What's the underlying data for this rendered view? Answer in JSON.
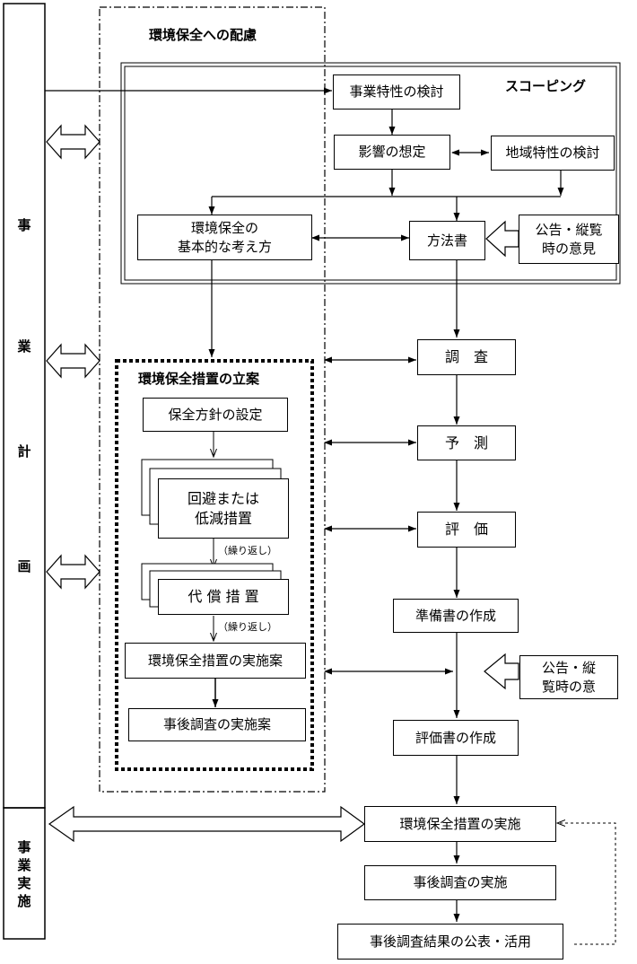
{
  "left_bar": {
    "plan_chars": [
      "事",
      "業",
      "計",
      "画"
    ],
    "exec_chars": [
      "事",
      "業",
      "実",
      "施"
    ]
  },
  "env_consideration": {
    "title": "環境保全への配慮"
  },
  "scoping": {
    "title": "スコーピング",
    "business_char": "事業特性の検討",
    "impact": "影響の想定",
    "regional_char": "地域特性の検討",
    "basic_approach": "環境保全の\n基本的な考え方",
    "method_doc": "方法書",
    "public_opinion_1": "公告・縦覧\n時の意見"
  },
  "measures": {
    "title": "環境保全措置の立案",
    "policy": "保全方針の設定",
    "avoid": "回避または\n低減措置",
    "repeat_1": "（繰り返し）",
    "compensation": "代 償 措 置",
    "repeat_2": "（繰り返し）",
    "implementation_plan": "環境保全措置の実施案",
    "followup_plan": "事後調査の実施案"
  },
  "main_flow": {
    "survey": "調　査",
    "predict": "予　測",
    "evaluate": "評　価",
    "prep_doc": "準備書の作成",
    "public_opinion_2": "公告・縦\n覧時の意",
    "eval_doc": "評価書の作成",
    "env_measures_impl": "環境保全措置の実施",
    "followup_impl": "事後調査の実施",
    "followup_publish": "事後調査結果の公表・活用"
  }
}
